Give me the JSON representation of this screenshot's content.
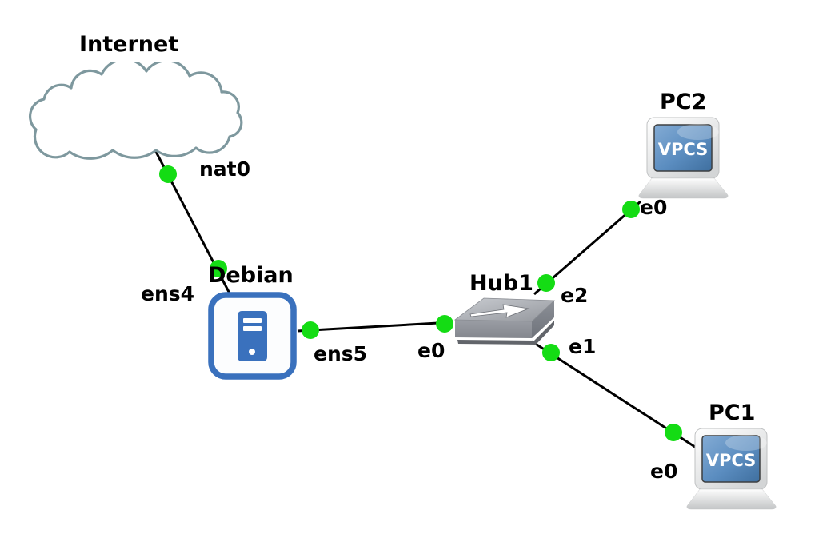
{
  "colors": {
    "background": "#ffffff",
    "link": "#000000",
    "status_up": "#14dc14",
    "cloud_outline": "#7e989e",
    "debian_blue": "#3a71bd",
    "label_text": "#000000"
  },
  "nodes": [
    {
      "id": "internet",
      "type": "cloud",
      "label": "Internet"
    },
    {
      "id": "debian",
      "type": "server",
      "label": "Debian"
    },
    {
      "id": "hub1",
      "type": "ethernet-hub",
      "label": "Hub1"
    },
    {
      "id": "pc2",
      "type": "vpcs",
      "label": "PC2",
      "screen_text": "VPCS"
    },
    {
      "id": "pc1",
      "type": "vpcs",
      "label": "PC1",
      "screen_text": "VPCS"
    }
  ],
  "links": [
    {
      "from_node": "internet",
      "from_port": "nat0",
      "to_node": "debian",
      "to_port": "ens4",
      "status": "up"
    },
    {
      "from_node": "debian",
      "from_port": "ens5",
      "to_node": "hub1",
      "to_port": "e0",
      "status": "up"
    },
    {
      "from_node": "hub1",
      "from_port": "e2",
      "to_node": "pc2",
      "to_port": "e0",
      "status": "up"
    },
    {
      "from_node": "hub1",
      "from_port": "e1",
      "to_node": "pc1",
      "to_port": "e0",
      "status": "up"
    }
  ]
}
